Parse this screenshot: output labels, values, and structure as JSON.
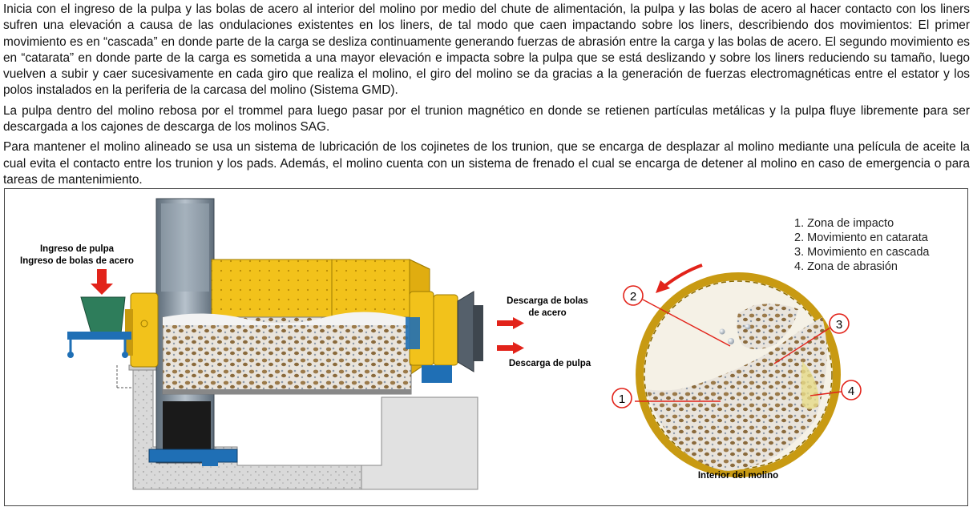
{
  "paragraphs": [
    "Inicia con el ingreso de la pulpa y las bolas de acero al interior del molino por medio del chute de alimentación, la pulpa y las bolas de acero al hacer contacto con los liners sufren una elevación a causa de las ondulaciones existentes en los liners, de tal modo que caen impactando sobre los liners, describiendo dos movimientos: El primer movimiento es en “cascada” en donde parte de la carga se desliza continuamente generando fuerzas de abrasión entre la carga y las bolas de acero. El segundo movimiento es en “catarata” en donde parte de la carga es sometida a una mayor elevación e impacta sobre la pulpa que se está deslizando y sobre los liners reduciendo su tamaño, luego vuelven a subir y caer sucesivamente en cada giro que realiza el molino, el giro del molino se da gracias a la generación de fuerzas electromagnéticas entre el estator y los polos instalados en la periferia de la carcasa del molino (Sistema GMD).",
    "La pulpa dentro del molino rebosa por el trommel para luego pasar por el trunion magnético en donde se retienen partículas metálicas y la pulpa fluye libremente para ser descargada a los cajones de descarga de los molinos SAG.",
    "Para mantener el molino alineado se usa un sistema de lubricación de los cojinetes de los trunion, que se encarga de desplazar al molino mediante una película de aceite la cual evita el contacto entre los trunion y los pads. Además, el molino cuenta con un sistema de frenado el cual se encarga de detener al molino en caso de emergencia o para tareas de mantenimiento."
  ],
  "figure": {
    "inlet_label_1": "Ingreso de pulpa",
    "inlet_label_2": "Ingreso de bolas de acero",
    "discharge_balls_1": "Descarga de bolas",
    "discharge_balls_2": "de acero",
    "discharge_pulp": "Descarga de pulpa",
    "interior_caption": "Interior del molino",
    "legend": [
      "1.  Zona de impacto",
      "2.  Movimiento en catarata",
      "3.  Movimiento en cascada",
      "4.  Zona de abrasión"
    ],
    "markers": [
      "1",
      "2",
      "3",
      "4"
    ],
    "colors": {
      "shell_yellow": "#f2c21b",
      "motor_blue_gray": "#7e8c9a",
      "frame_blue": "#1f6fb5",
      "arrow_red": "#e2231a",
      "ore_brown": "#9b7a4a",
      "concrete": "#d9d9d9"
    }
  }
}
